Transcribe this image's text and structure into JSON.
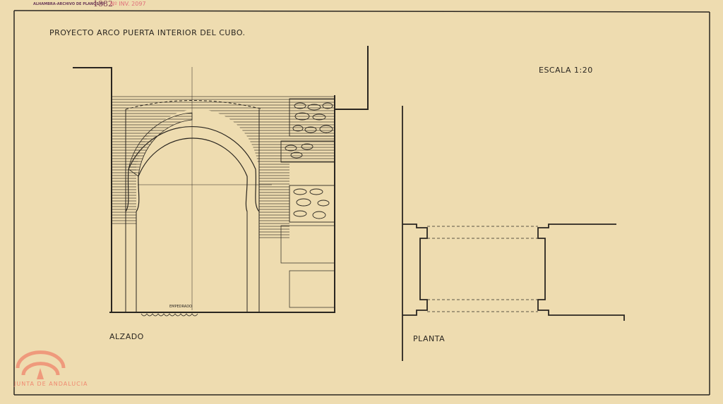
{
  "archive_stamp": "ALHAMBRA-ARCHIVO DE PLANOS Nº",
  "plan_number": "1882",
  "inventory_number": "Nº INV. 2097",
  "title": "PROYECTO ARCO PUERTA INTERIOR DEL CUBO.",
  "scale": "ESCALA 1:20",
  "elevation_label": "ALZADO",
  "plan_label": "PLANTA",
  "pavement_label": "EMPEDRADO",
  "watermark": "JUNTA DE ANDALUCIA",
  "colors": {
    "paper": "#eedcb0",
    "ink": "#2a2620",
    "watermark": "#f08a70"
  }
}
